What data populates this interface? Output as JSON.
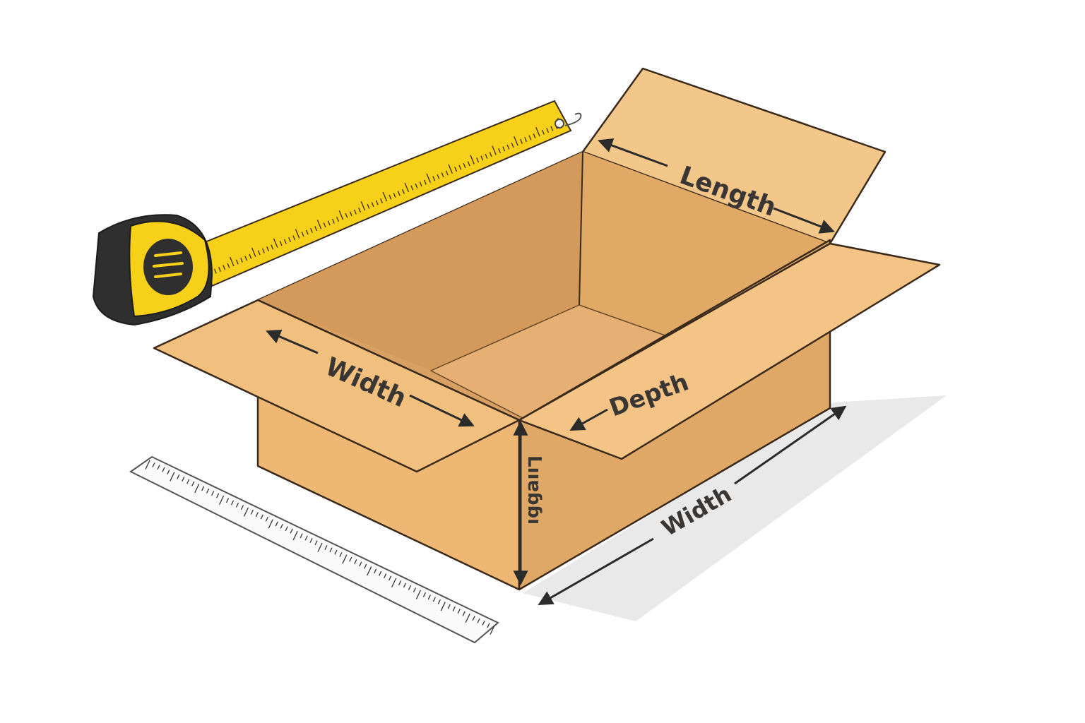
{
  "labels": {
    "left_flap": "Width",
    "back_flap": "Length",
    "front_flap": "Depth",
    "right_side": "Width",
    "front_edge_vertical": "Lııɐɓɓı"
  },
  "colors": {
    "cardboard_light": "#f3c68a",
    "cardboard_mid": "#e3ab68",
    "cardboard_dark": "#c98d4f",
    "tape_yellow": "#f6d019",
    "tape_body": "#2f2f2f",
    "outline": "#3a2a1c"
  }
}
